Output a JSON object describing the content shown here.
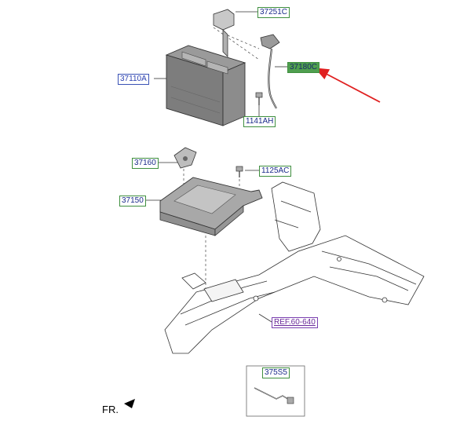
{
  "labels": {
    "p37251C": "37251C",
    "p37180C": "37180C",
    "p37110A": "37110A",
    "p1141AH": "1141AH",
    "p37160": "37160",
    "p1125AC": "1125AC",
    "p37150": "37150",
    "ref_60_640": "REF.60-640",
    "p375S5": "375S5"
  },
  "direction_label": "FR.",
  "colors": {
    "callout_green_border": "#3f8f3f",
    "callout_blue_border": "#3a52b5",
    "highlight_fill": "#4f9f4f",
    "reference_purple": "#7a3fb0",
    "pointer_arrow": "#e02020"
  }
}
